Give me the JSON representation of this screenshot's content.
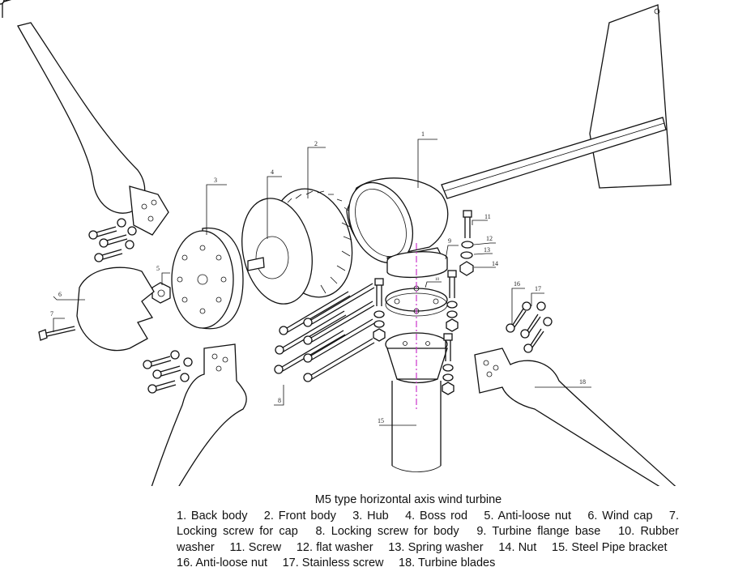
{
  "title": "M5  type horizontal axis wind turbine",
  "legend": [
    "1. Back body",
    "2. Front body",
    "3. Hub",
    "4. Boss rod",
    "5.  Anti-loose nut",
    "6. Wind cap",
    "7. Locking screw for cap",
    "8. Locking screw for body",
    "9. Turbine flange base",
    "10.  Rubber washer",
    "11.  Screw",
    "12. flat washer",
    "13. Spring washer",
    "14. Nut",
    "15. Steel Pipe bracket",
    "16. Anti-loose nut",
    "17. Stainless screw",
    "18. Turbine blades"
  ],
  "callouts": {
    "c1": "1",
    "c2": "2",
    "c3": "3",
    "c4": "4",
    "c5": "5",
    "c6": "6",
    "c7": "7",
    "c8": "8",
    "c9": "9",
    "c10": "10",
    "c11": "11",
    "c12": "12",
    "c13": "13",
    "c14": "14",
    "c15": "15",
    "c16": "16",
    "c17": "17",
    "c18": "18"
  },
  "colors": {
    "line": "#111111",
    "axis": "#cc33cc",
    "background": "#ffffff"
  }
}
